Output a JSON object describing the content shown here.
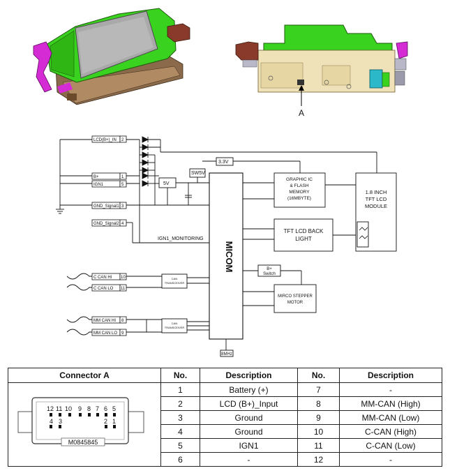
{
  "views": {
    "marker_label": "A"
  },
  "schematic": {
    "inputs": {
      "lcd_b_in": {
        "label": "LCD(B+)_IN",
        "pin": "2"
      },
      "b_plus": {
        "label": "B+",
        "pin": "1"
      },
      "ign1": {
        "label": "IGN1",
        "pin": "5"
      },
      "gnd_signal1": {
        "label": "GND_Signal1",
        "pin": "3"
      },
      "gnd_signal2": {
        "label": "GND_Signal2",
        "pin": "4"
      },
      "c_can_hi": {
        "label": "C CAN HI",
        "pin": "10"
      },
      "c_can_lo": {
        "label": "C CAN LO",
        "pin": "11"
      },
      "mm_can_hi": {
        "label": "MM CAN HI",
        "pin": "8"
      },
      "mm_can_lo": {
        "label": "MM CAN LO",
        "pin": "9"
      }
    },
    "blocks": {
      "v33": "3.3V",
      "sw5v": "SW5V",
      "v5": "5V",
      "micom": "MICOM",
      "graphic_ic": [
        "GRAPHIC IC",
        "& FLASH",
        "MEMORY",
        "(16MBYTE)"
      ],
      "lcd_module": [
        "1.8 INCH",
        "TFT LCD",
        "MODULE"
      ],
      "backlight": [
        "TFT LCD BACK",
        "LIGHT"
      ],
      "b_switch": [
        "B+",
        "Switch"
      ],
      "stepper": [
        "MIRCO STEPPER",
        "MOTOR"
      ],
      "can_transceiver": [
        "CAN",
        "TRANSCEIVER"
      ],
      "clock": "8MHz",
      "ign1_monitoring": "IGN1_MONITORING"
    }
  },
  "connector": {
    "top_row": [
      "12",
      "11",
      "10",
      "9",
      "8",
      "7",
      "6",
      "5"
    ],
    "bottom_left": [
      "4",
      "3"
    ],
    "bottom_right": [
      "2",
      "1"
    ],
    "part_number": "M0845845"
  },
  "table": {
    "headers": [
      "Connector A",
      "No.",
      "Description",
      "No.",
      "Description"
    ],
    "rows": [
      {
        "no1": "1",
        "desc1": "Battery (+)",
        "no2": "7",
        "desc2": "-"
      },
      {
        "no1": "2",
        "desc1": "LCD (B+)_Input",
        "no2": "8",
        "desc2": "MM-CAN (High)"
      },
      {
        "no1": "3",
        "desc1": "Ground",
        "no2": "9",
        "desc2": "MM-CAN (Low)"
      },
      {
        "no1": "4",
        "desc1": "Ground",
        "no2": "10",
        "desc2": "C-CAN (High)"
      },
      {
        "no1": "5",
        "desc1": "IGN1",
        "no2": "11",
        "desc2": "C-CAN (Low)"
      },
      {
        "no1": "6",
        "desc1": "-",
        "no2": "12",
        "desc2": "-"
      }
    ]
  }
}
